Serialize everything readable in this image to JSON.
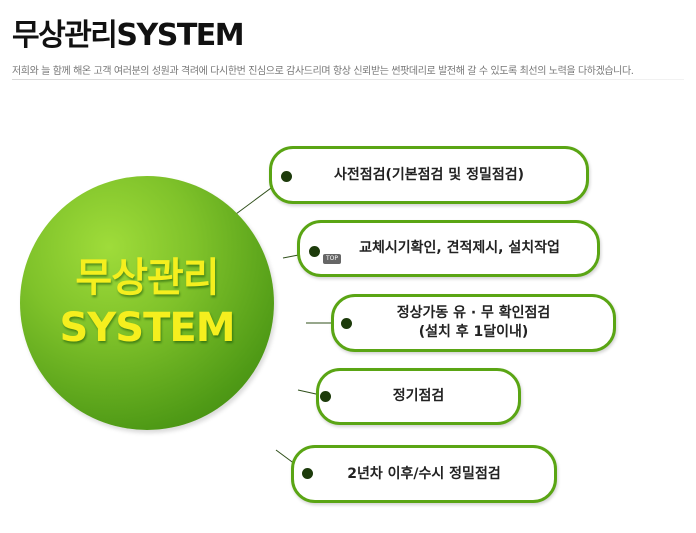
{
  "header": {
    "title": "무상관리SYSTEM",
    "subtitle": "저희와 늘 함께 해온 고객 여러분의 성원과 격려에 다시한번 진심으로 감사드리며 항상 신뢰받는 썬팟데리로 발전해 갈 수 있도록 최선의 노력을 다하겠습니다."
  },
  "circle": {
    "line1": "무상관리",
    "line2": "SYSTEM"
  },
  "items": [
    {
      "lines": [
        "사전점검(기본점검 및 정밀점검)"
      ]
    },
    {
      "lines": [
        "교체시기확인, 견적제시, 설치작업"
      ]
    },
    {
      "lines": [
        "정상가동 유 · 무 확인점검",
        "(설치 후 1달이내)"
      ]
    },
    {
      "lines": [
        "정기점검"
      ]
    },
    {
      "lines": [
        "2년차 이후/수시 정밀점검"
      ]
    }
  ],
  "badge": {
    "label": "TOP"
  },
  "colors": {
    "accent": "#5aa514",
    "circle": "#6bb322",
    "circle_text": "#f5ef1e",
    "dot": "#1d3b0b"
  }
}
